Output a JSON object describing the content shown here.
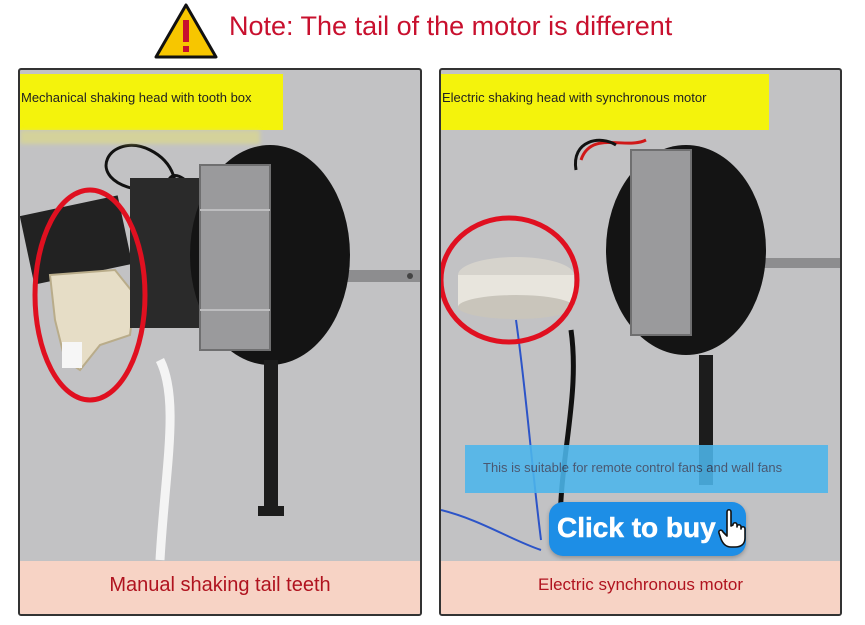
{
  "header": {
    "note": "Note: The tail of the motor is different",
    "warning_icon": "warning-triangle-icon"
  },
  "panels": [
    {
      "tag": "Mechanical shaking head with tooth box",
      "caption": "Manual shaking tail teeth"
    },
    {
      "tag": "Electric shaking head with synchronous motor",
      "caption": "Electric synchronous motor",
      "banner": "This is suitable for remote control fans and wall fans",
      "button": "Click to buy",
      "button_icon": "pointer-hand-icon"
    }
  ],
  "colors": {
    "note_red": "#c8102e",
    "tag_yellow": "#f4f30c",
    "caption_bg": "#f7d3c5",
    "button_blue": "#1d8ee6",
    "circle_red": "#e01020"
  }
}
